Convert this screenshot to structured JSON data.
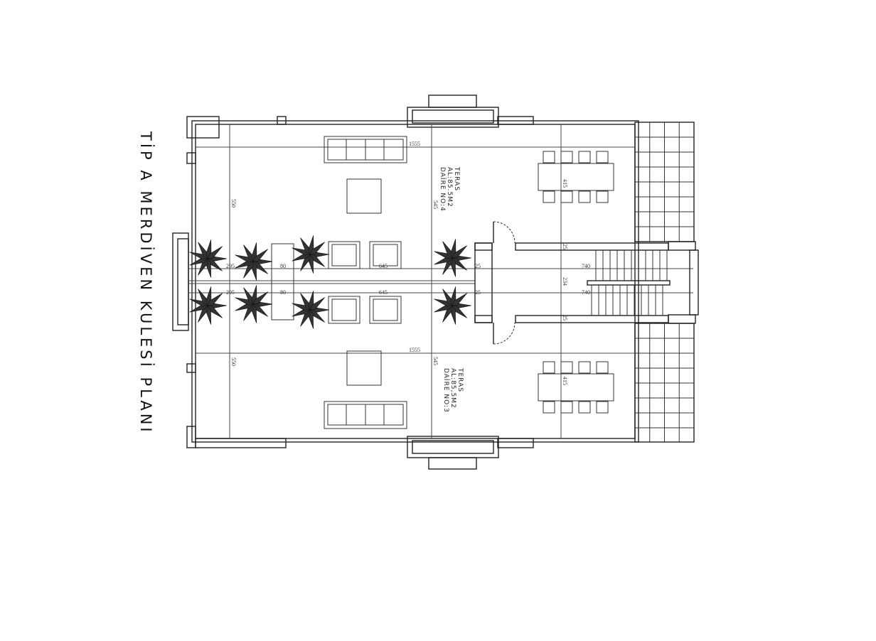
{
  "title": "TİP A MERDİVEN KULESİ PLANI",
  "units": {
    "top": {
      "line1": "TERAS",
      "line2": "AL:85.5M2",
      "line3": "DAİRE NO:4"
    },
    "bottom": {
      "line1": "TERAS",
      "line2": "AL:85,5M2",
      "line3": "DAİRE NO:3"
    }
  },
  "dimensions": {
    "width_top": "1555",
    "width_bottom": "1555",
    "left_top": "550",
    "left_bottom": "550",
    "mid_top": "545",
    "mid_bottom": "545",
    "right_top": "415",
    "right_bottom": "415",
    "corr_a1": "295",
    "corr_a2": "295",
    "corr_b1": "80",
    "corr_b2": "80",
    "corr_c1": "645",
    "corr_c2": "645",
    "corr_d1": "25",
    "corr_d2": "25",
    "stair_top": "25",
    "stair_bottom": "25",
    "stair_mid": "234",
    "stair_run1": "740",
    "stair_run2": "740"
  }
}
